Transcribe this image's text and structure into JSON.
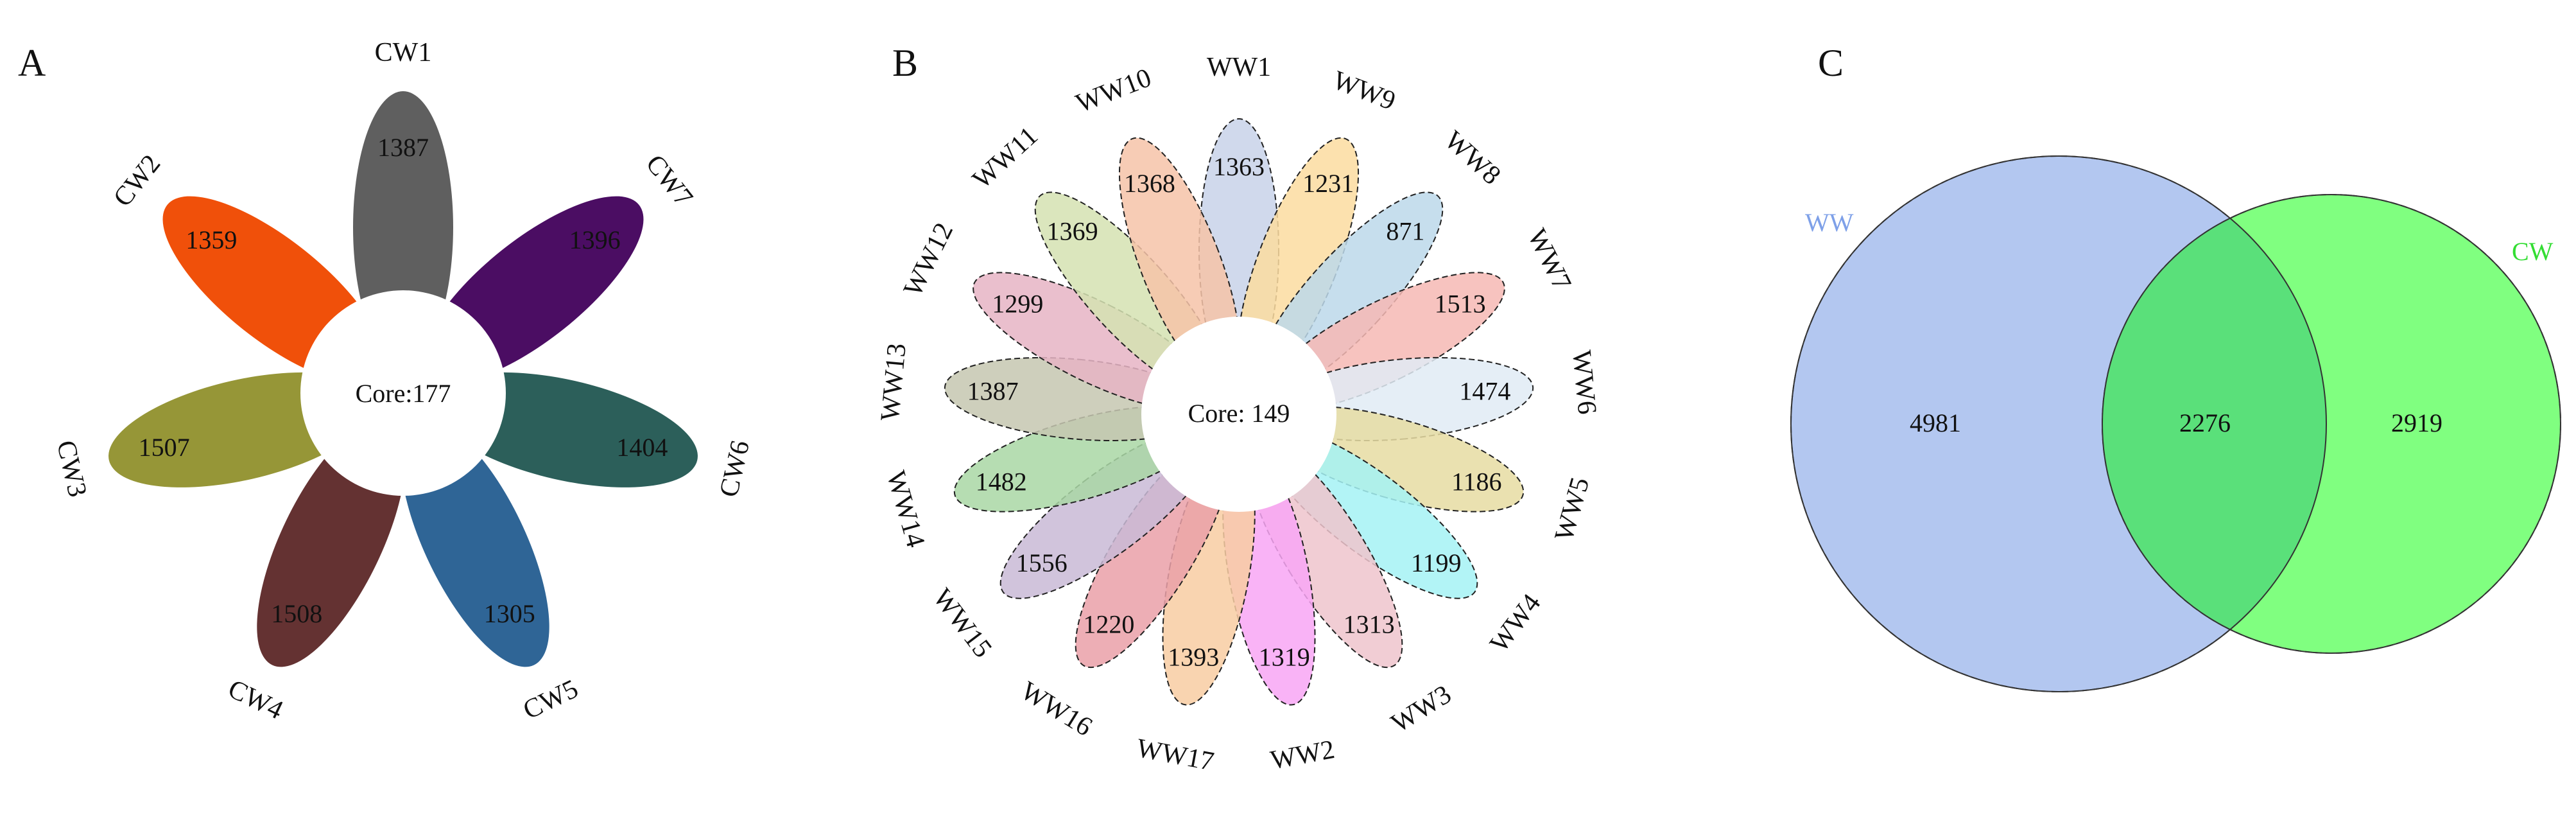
{
  "panels": {
    "A": {
      "letter": "A",
      "core_label": "Core:177",
      "petals": [
        {
          "label": "CW1",
          "value": "1387",
          "color": "#5f5f5f"
        },
        {
          "label": "CW7",
          "value": "1396",
          "color": "#4b0d63"
        },
        {
          "label": "CW6",
          "value": "1404",
          "color": "#2c5f5a"
        },
        {
          "label": "CW5",
          "value": "1305",
          "color": "#2f6596"
        },
        {
          "label": "CW4",
          "value": "1508",
          "color": "#643232"
        },
        {
          "label": "CW3",
          "value": "1507",
          "color": "#969637"
        },
        {
          "label": "CW2",
          "value": "1359",
          "color": "#f0500a"
        }
      ]
    },
    "B": {
      "letter": "B",
      "core_label": "Core: 149",
      "petals": [
        {
          "label": "WW1",
          "value": "1363",
          "color": "#c8d2e9"
        },
        {
          "label": "WW9",
          "value": "1231",
          "color": "#fbdca0"
        },
        {
          "label": "WW8",
          "value": "871",
          "color": "#bcd8ea"
        },
        {
          "label": "WW7",
          "value": "1513",
          "color": "#f6b9b4"
        },
        {
          "label": "WW6",
          "value": "1474",
          "color": "#e0ebf5"
        },
        {
          "label": "WW5",
          "value": "1186",
          "color": "#e6dca2"
        },
        {
          "label": "WW4",
          "value": "1199",
          "color": "#a5f2f4"
        },
        {
          "label": "WW3",
          "value": "1313",
          "color": "#eec4cc"
        },
        {
          "label": "WW2",
          "value": "1319",
          "color": "#f8a6f4"
        },
        {
          "label": "WW17",
          "value": "1393",
          "color": "#f8cca2"
        },
        {
          "label": "WW16",
          "value": "1220",
          "color": "#eaa0a8"
        },
        {
          "label": "WW15",
          "value": "1556",
          "color": "#c9bad6"
        },
        {
          "label": "WW14",
          "value": "1482",
          "color": "#a9d7a5"
        },
        {
          "label": "WW13",
          "value": "1387",
          "color": "#c6c7b0"
        },
        {
          "label": "WW12",
          "value": "1299",
          "color": "#e6b4c4"
        },
        {
          "label": "WW11",
          "value": "1369",
          "color": "#d5e2b1"
        },
        {
          "label": "WW10",
          "value": "1368",
          "color": "#f6c3a8"
        }
      ]
    },
    "C": {
      "letter": "C",
      "left": {
        "label": "WW",
        "value": "4981",
        "color": "#b3c7f0",
        "label_color": "#7ea0e8"
      },
      "right": {
        "label": "CW",
        "value": "2919",
        "color": "#80ff80",
        "label_color": "#33dd33"
      },
      "overlap": {
        "value": "2276",
        "color": "#5ae07a"
      }
    }
  }
}
